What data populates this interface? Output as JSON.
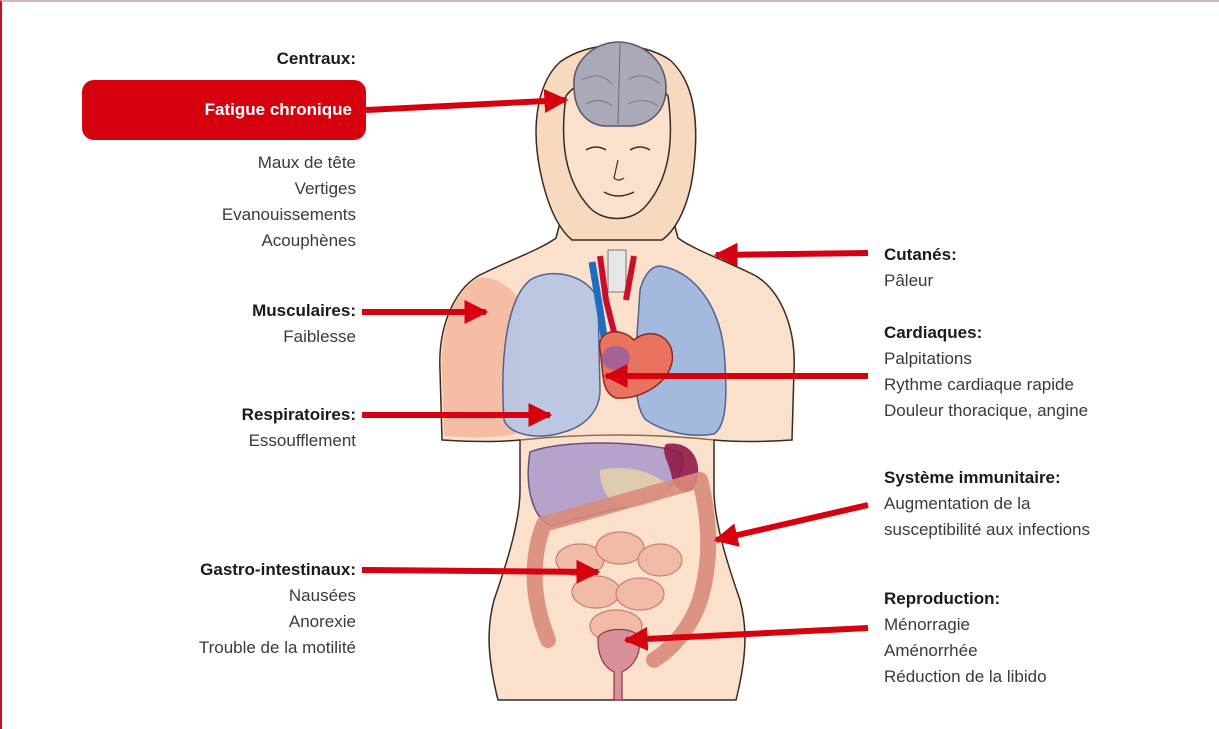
{
  "accent_color": "#d7000f",
  "groups": {
    "centraux": {
      "title": "Centraux:",
      "highlight": "Fatigue chronique",
      "items": [
        "Maux de tête",
        "Vertiges",
        "Evanouissements",
        "Acouphènes"
      ]
    },
    "musculaires": {
      "title": "Musculaires:",
      "items": [
        "Faiblesse"
      ]
    },
    "respiratoires": {
      "title": "Respiratoires:",
      "items": [
        "Essoufflement"
      ]
    },
    "gastro": {
      "title": "Gastro-intestinaux:",
      "items": [
        "Nausées",
        "Anorexie",
        "Trouble de la motilité"
      ]
    },
    "cutanes": {
      "title": "Cutanés:",
      "items": [
        "Pâleur"
      ]
    },
    "cardiaques": {
      "title": "Cardiaques:",
      "items": [
        "Palpitations",
        "Rythme cardiaque rapide",
        "Douleur thoracique, angine"
      ]
    },
    "immunitaire": {
      "title": "Système immunitaire:",
      "items": [
        "Augmentation de la",
        "susceptibilité aux infections"
      ]
    },
    "reproduction": {
      "title": "Reproduction:",
      "items": [
        "Ménorragie",
        "Aménorrhée",
        "Réduction de la libido"
      ]
    }
  }
}
